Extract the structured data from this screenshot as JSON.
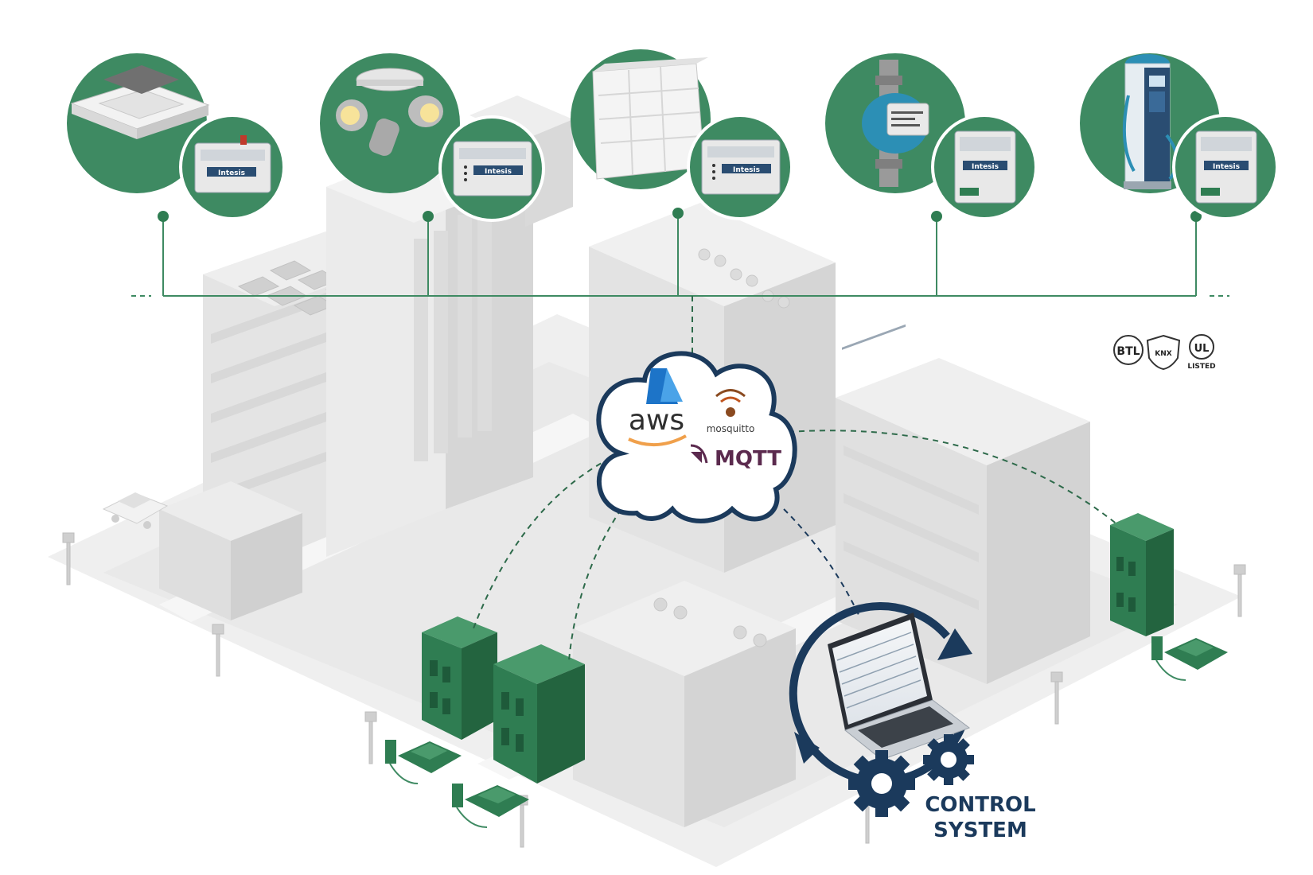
{
  "colors": {
    "green": "#3e8a62",
    "green_dark": "#1f6b45",
    "navy": "#1b3a5c",
    "building": "#e6e6e6",
    "building_shade": "#d2d2d2",
    "mqtt_purple": "#5b2a4e",
    "aws_orange": "#f0a04b",
    "azure_blue": "#1d74c8"
  },
  "devices": [
    {
      "name": "ceiling-cassette-ac",
      "icon": "ac-cassette-icon",
      "gateway_label": "Intesis"
    },
    {
      "name": "spotlight-fixture",
      "icon": "spotlight-icon",
      "gateway_label": "Intesis"
    },
    {
      "name": "refrigerated-display",
      "icon": "refrigerator-icon",
      "gateway_label": "Intesis"
    },
    {
      "name": "water-meter",
      "icon": "water-meter-icon",
      "gateway_label": "Intesis"
    },
    {
      "name": "ev-charger",
      "icon": "ev-charger-icon",
      "gateway_label": "Intesis"
    }
  ],
  "cloud": {
    "aws_label": "aws",
    "mosquitto_label": "mosquitto",
    "mqtt_label": "MQTT"
  },
  "certifications": {
    "btl": "BTL",
    "knx": "KNX",
    "ul": "UL",
    "ul_listed": "LISTED"
  },
  "control_system": {
    "line1": "CONTROL",
    "line2": "SYSTEM"
  }
}
